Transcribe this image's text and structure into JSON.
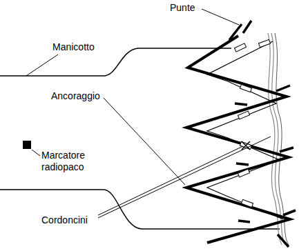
{
  "diagram": {
    "labels": [
      "Punte",
      "Manicotto",
      "Ancoraggio",
      "Marcatore radiopaco",
      "Cordoncini"
    ]
  }
}
